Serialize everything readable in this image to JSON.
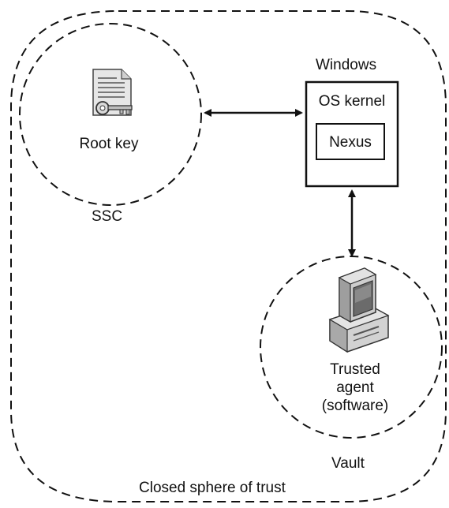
{
  "labels": {
    "root_key": "Root key",
    "ssc": "SSC",
    "windows": "Windows",
    "os_kernel": "OS kernel",
    "nexus": "Nexus",
    "trusted_agent": "Trusted\nagent\n(software)",
    "vault": "Vault",
    "closed_sphere": "Closed sphere of trust"
  },
  "icons": {
    "certificate": "certificate-key-icon",
    "computer": "desktop-computer-icon"
  },
  "colors": {
    "stroke": "#111111",
    "icon_fill": "#cfcfcf",
    "icon_dark": "#6b6b6b"
  }
}
